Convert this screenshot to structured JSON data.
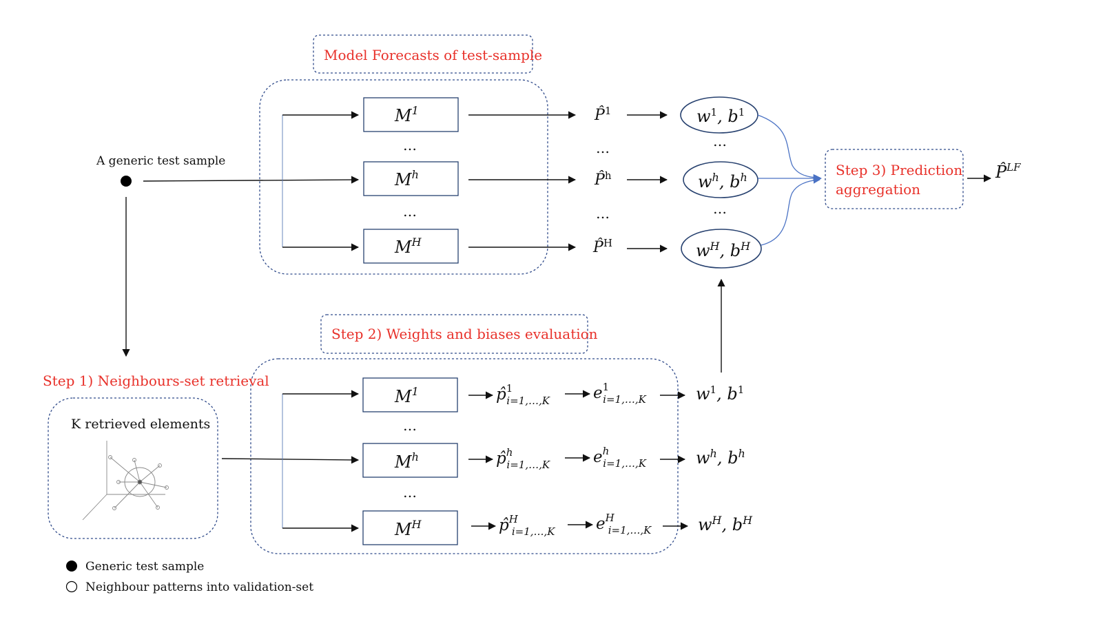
{
  "labels": {
    "test_sample": "A generic test sample",
    "model_forecasts": "Model Forecasts of test-sample",
    "step1": "Step 1) Neighbours-set retrieval",
    "step2": "Step 2) Weights and biases evaluation",
    "step3_line1": "Step 3) Prediction",
    "step3_line2": "aggregation",
    "k_retrieved": "K retrieved elements",
    "legend_filled": "Generic test sample",
    "legend_empty": "Neighbour patterns into validation-set",
    "ellipsis": "…"
  },
  "models": {
    "m1": "M",
    "m1_sup": "1",
    "mh": "M",
    "mh_sup": "h",
    "mH": "M",
    "mH_sup": "H"
  },
  "forecasts": {
    "p1": "P̂",
    "p1_sup": "1",
    "ph": "P̂",
    "ph_sup": "h",
    "pH": "P̂",
    "pH_sup": "H",
    "plf": "P̂",
    "plf_sup": "LF"
  },
  "weights": {
    "w": "w",
    "b": "b",
    "sep": ", ",
    "sup1": "1",
    "suph": "h",
    "supH": "H"
  },
  "step2_terms": {
    "p": "p̂",
    "e": "e",
    "sub": "i=1,…,K"
  },
  "colors": {
    "step_text": "#e8312a",
    "box_border": "#27416f",
    "dashed_border": "#2f4a8a",
    "aggregation_arrows": "#4a72c4"
  }
}
